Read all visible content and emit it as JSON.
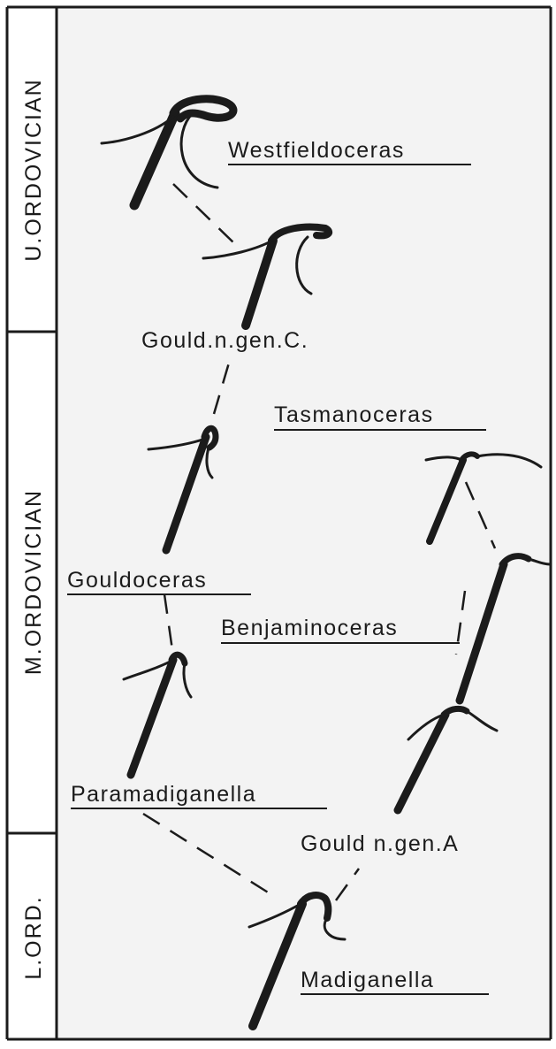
{
  "diagram": {
    "periods": [
      {
        "id": "upper",
        "label": "U.ORDOVICIAN"
      },
      {
        "id": "middle",
        "label": "M.ORDOVICIAN"
      },
      {
        "id": "lower",
        "label": "L.ORD."
      }
    ],
    "taxa": [
      {
        "id": "westfieldoceras",
        "label": "Westfieldoceras",
        "underlined": true
      },
      {
        "id": "gould-c",
        "label": "Gould.n.gen.C.",
        "underlined": false
      },
      {
        "id": "tasmanoceras",
        "label": "Tasmanoceras",
        "underlined": true
      },
      {
        "id": "gouldoceras",
        "label": "Gouldoceras",
        "underlined": true
      },
      {
        "id": "benjaminoceras",
        "label": "Benjaminoceras",
        "underlined": true
      },
      {
        "id": "paramadiganella",
        "label": "Paramadiganella",
        "underlined": true
      },
      {
        "id": "gould-a",
        "label": "Gould n.gen.A",
        "underlined": false
      },
      {
        "id": "madiganella",
        "label": "Madiganella",
        "underlined": true
      }
    ],
    "links": [
      {
        "from": "madiganella",
        "to": "paramadiganella"
      },
      {
        "from": "madiganella",
        "to": "gould-a"
      },
      {
        "from": "paramadiganella",
        "to": "gouldoceras"
      },
      {
        "from": "gouldoceras",
        "to": "gould-c"
      },
      {
        "from": "gould-c",
        "to": "westfieldoceras"
      },
      {
        "from": "gould-a",
        "to": "benjaminoceras"
      },
      {
        "from": "benjaminoceras",
        "to": "tasmanoceras"
      }
    ],
    "colors": {
      "ink": "#1b1b1b",
      "background": "#f3f3f3"
    }
  }
}
